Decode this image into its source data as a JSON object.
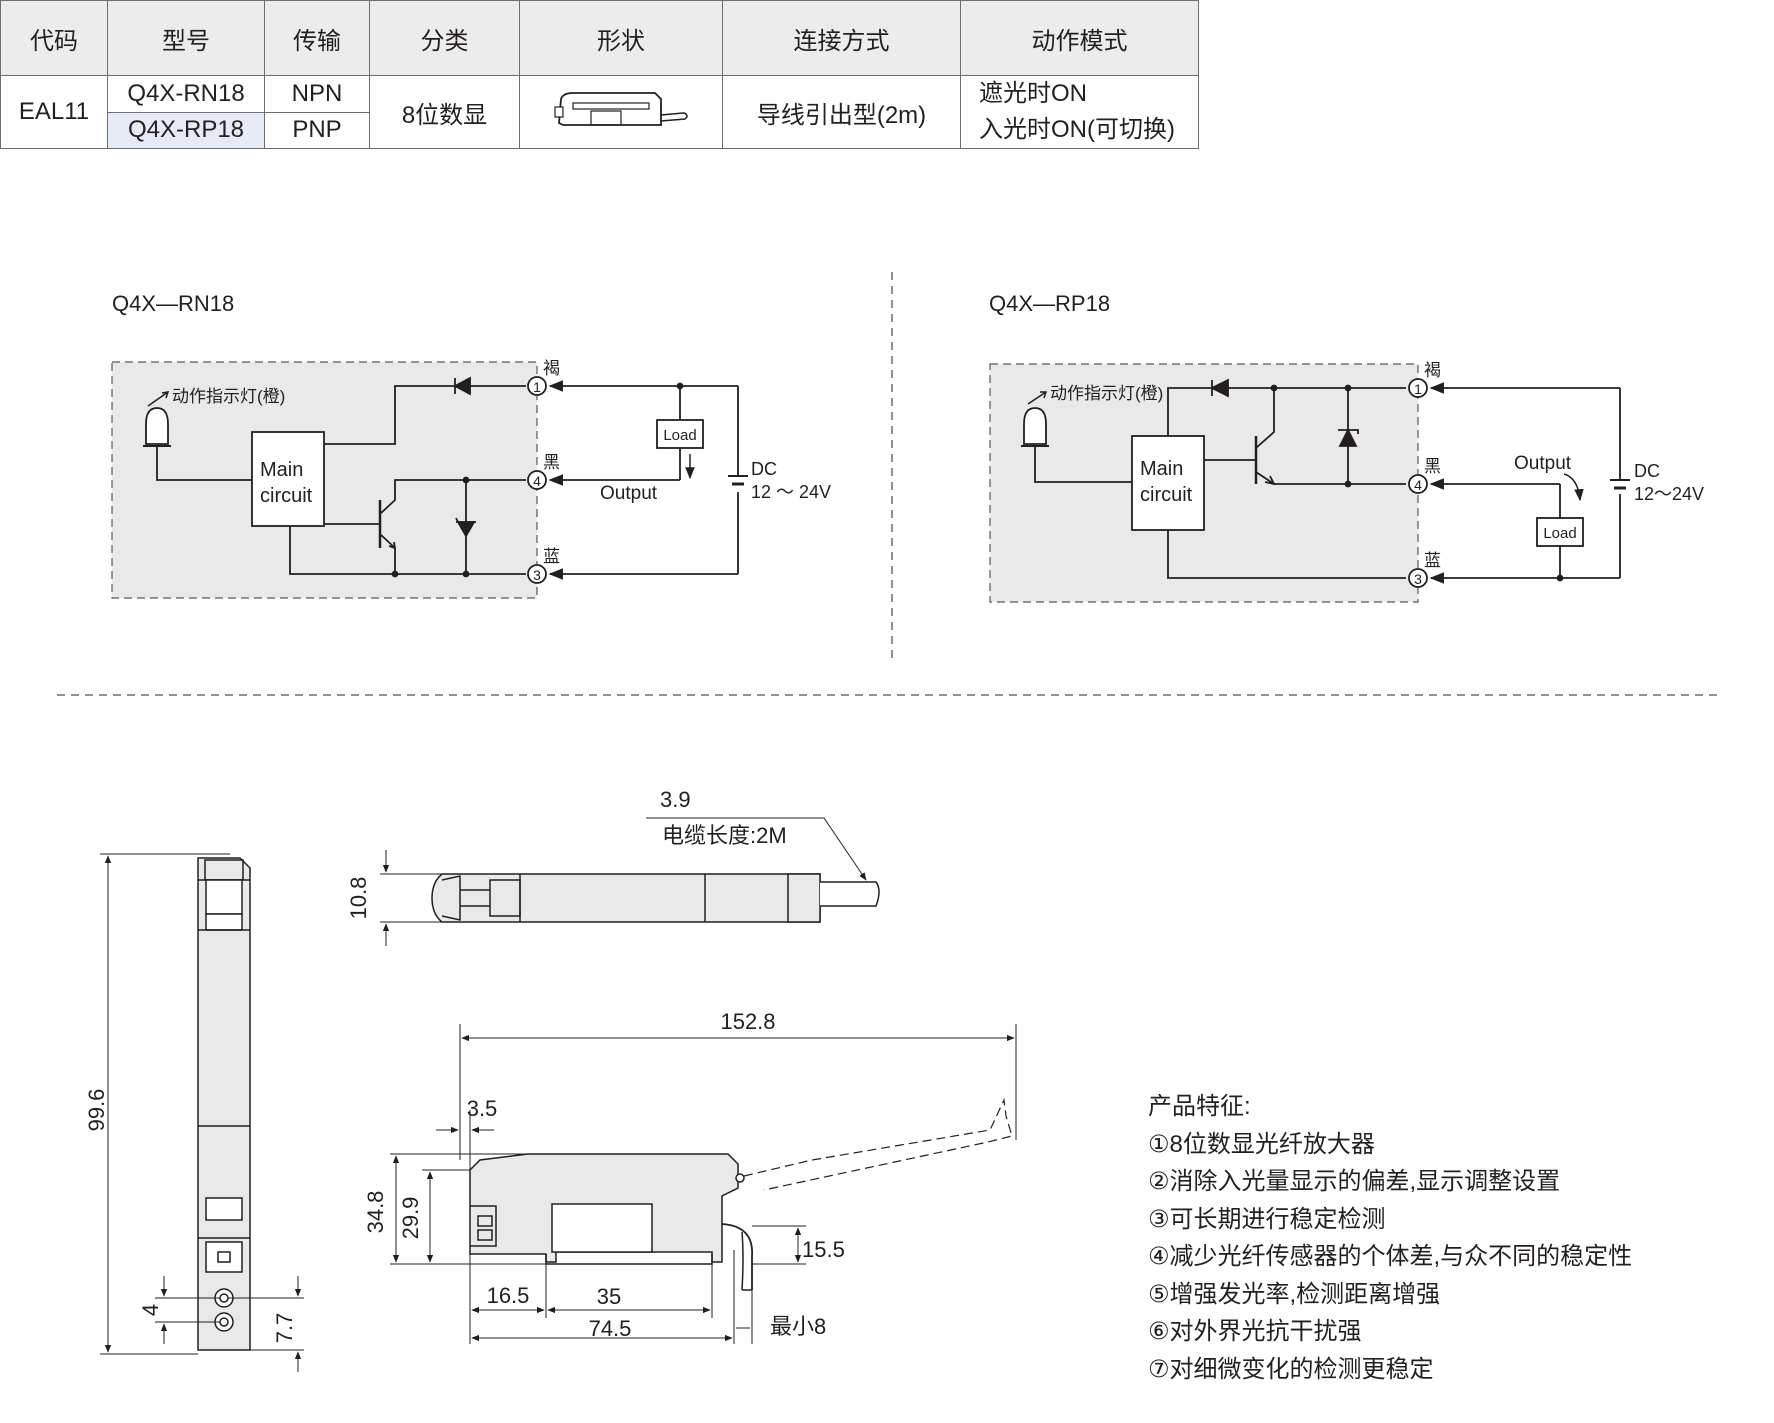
{
  "table": {
    "headers": [
      "代码",
      "型号",
      "传输",
      "分类",
      "形状",
      "连接方式",
      "动作模式"
    ],
    "code": "EAL11",
    "models": [
      "Q4X-RN18",
      "Q4X-RP18"
    ],
    "outputs": [
      "NPN",
      "PNP"
    ],
    "category": "8位数显",
    "connection": "导线引出型(2m)",
    "mode_lines": [
      "遮光时ON",
      "入光时ON(可切换)"
    ]
  },
  "circuit_npn": {
    "title": "Q4X—RN18",
    "indicator": "动作指示灯(橙)",
    "main_line1": "Main",
    "main_line2": "circuit",
    "load": "Load",
    "output": "Output",
    "dc": "DC",
    "voltage": "12 ～ 24V",
    "pin1": "1",
    "pin4": "4",
    "pin3": "3",
    "wire1": "褐",
    "wire4": "黑",
    "wire3": "蓝"
  },
  "circuit_pnp": {
    "title": "Q4X—RP18",
    "indicator": "动作指示灯(橙)",
    "main_line1": "Main",
    "main_line2": "circuit",
    "load": "Load",
    "output": "Output",
    "dc": "DC",
    "voltage": "12～24V",
    "pin1": "1",
    "pin4": "4",
    "pin3": "3",
    "wire1": "褐",
    "wire4": "黑",
    "wire3": "蓝"
  },
  "dimensions": {
    "side_height": "99.6",
    "side_hole_pitch": "4",
    "side_hole_offset": "7.7",
    "top_width": "10.8",
    "cable_dia": "3.9",
    "cable_length": "电缆长度:2M",
    "total_length": "152.8",
    "front_offset": "3.5",
    "height_total": "34.8",
    "height_body": "29.9",
    "cable_height": "15.5",
    "rail_offset": "16.5",
    "rail_width": "35",
    "body_length": "74.5",
    "bend_radius": "最小8"
  },
  "features": {
    "title": "产品特征:",
    "items": [
      "①8位数显光纤放大器",
      "②消除入光量显示的偏差,显示调整设置",
      "③可长期进行稳定检测",
      "④减少光纤传感器的个体差,与众不同的稳定性",
      "⑤增强发光率,检测距离增强",
      "⑥对外界光抗干扰强",
      "⑦对细微变化的检测更稳定"
    ]
  }
}
